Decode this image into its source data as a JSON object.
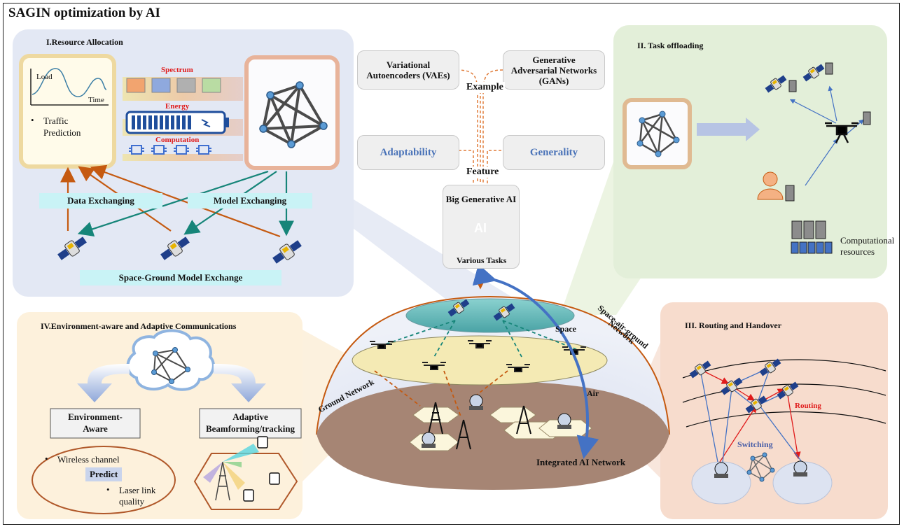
{
  "title": "SAGIN optimization by AI",
  "panels": {
    "resource_allocation": {
      "title": "I.Resource Allocation",
      "load_label": "Load",
      "time_label": "Time",
      "bullet": "•",
      "traffic_prediction": [
        "Traffic",
        "Prediction"
      ],
      "spectrum": "Spectrum",
      "energy": "Energy",
      "computation": "Computation",
      "data_exchanging": "Data Exchanging",
      "model_exchanging": "Model  Exchanging",
      "space_ground": "Space-Ground Model Exchange"
    },
    "task_offloading": {
      "title": "II. Task offloading",
      "computational_resources": [
        "Computational",
        "resources"
      ]
    },
    "routing": {
      "title": "III. Routing and Handover",
      "routing_label": "Routing",
      "switching_label": "Switching"
    },
    "environment": {
      "title": "IV.Environment-aware and Adaptive Communications",
      "environment_aware": [
        "Environment-",
        "Aware"
      ],
      "adaptive": [
        "Adaptive",
        "Beamforming/tracking"
      ],
      "wireless_channel": "Wireless channel",
      "predict": "Predict",
      "laser_link": [
        "Laser link",
        "quality"
      ]
    }
  },
  "center": {
    "vae": [
      "Variational",
      "Autoencoders (VAEs)"
    ],
    "gan": [
      "Generative",
      "Adversarial Networks",
      "(GANs)"
    ],
    "example": "Example",
    "adaptability": "Adaptability",
    "generality": "Generality",
    "feature": "Feature",
    "big_ai": "Big Generative AI",
    "ai_glyph": "AI",
    "various_tasks": "Various Tasks"
  },
  "dome": {
    "space": "Space",
    "air": "Air",
    "ground_network": "Ground Network",
    "sag_network": [
      "Space-air-ground",
      "Network"
    ],
    "integrated": "Integrated AI Network"
  },
  "colors": {
    "panel_blue": "#e3e8f4",
    "panel_green": "#e3efd9",
    "panel_peach": "#f7dccd",
    "panel_cream": "#fdf1dc",
    "arrow_orange": "#c55a11",
    "arrow_teal": "#168579",
    "accent_blue": "#4472c4",
    "cyan_label": "#c9f3f6"
  }
}
